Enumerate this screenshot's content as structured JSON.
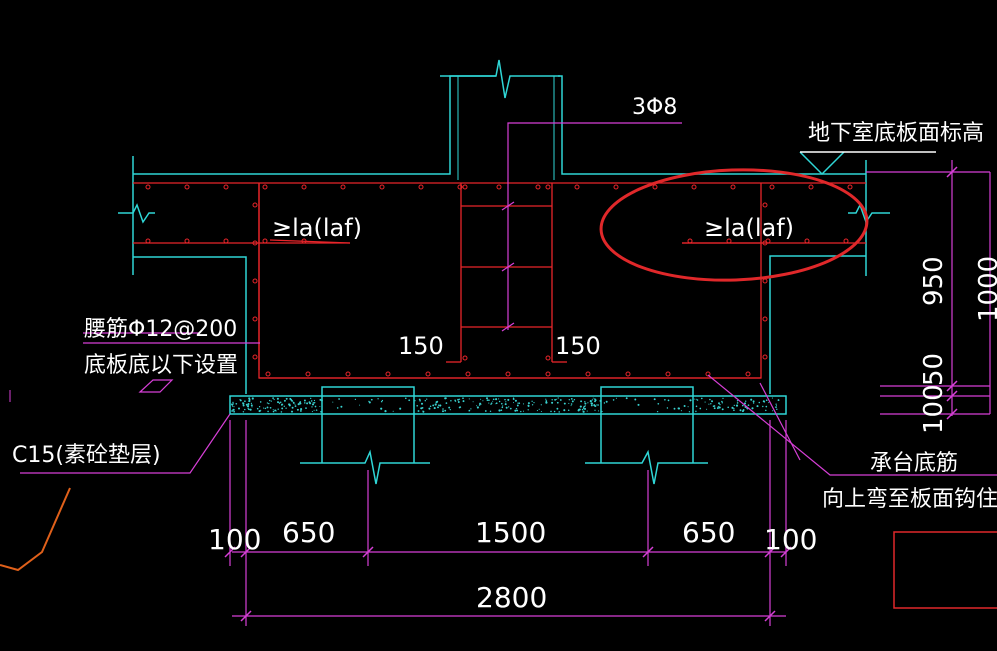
{
  "labels": {
    "stirrup": "3Φ8",
    "elevation_note": "地下室底板面标高",
    "anchor_left": "≥la(laf)",
    "anchor_right": "≥la(laf)",
    "waist_bar_line1": "腰筋Φ12@200",
    "waist_bar_line2": "底板底以下设置",
    "cushion": "C15(素砼垫层)",
    "cap_bottom_bar_line1": "承台底筋",
    "cap_bottom_bar_line2": "向上弯至板面钩住板面拉筋",
    "dim_150_left": "150",
    "dim_150_right": "150"
  },
  "dimensions": {
    "d_100_left": "100",
    "d_650_left": "650",
    "d_1500": "1500",
    "d_650_right": "650",
    "d_100_right": "100",
    "d_total": "2800",
    "v_950": "950",
    "v_50": "50",
    "v_100": "100",
    "v_total": "1000"
  },
  "colors": {
    "background": "#000000",
    "concrete_outline": "#2fd6d6",
    "rebar": "#e8252a",
    "dimension": "#d63fd6",
    "text": "#ffffff",
    "highlight": "#e0282a",
    "cushion_fill": "#39d1cf",
    "sketch": "#e0601a"
  }
}
